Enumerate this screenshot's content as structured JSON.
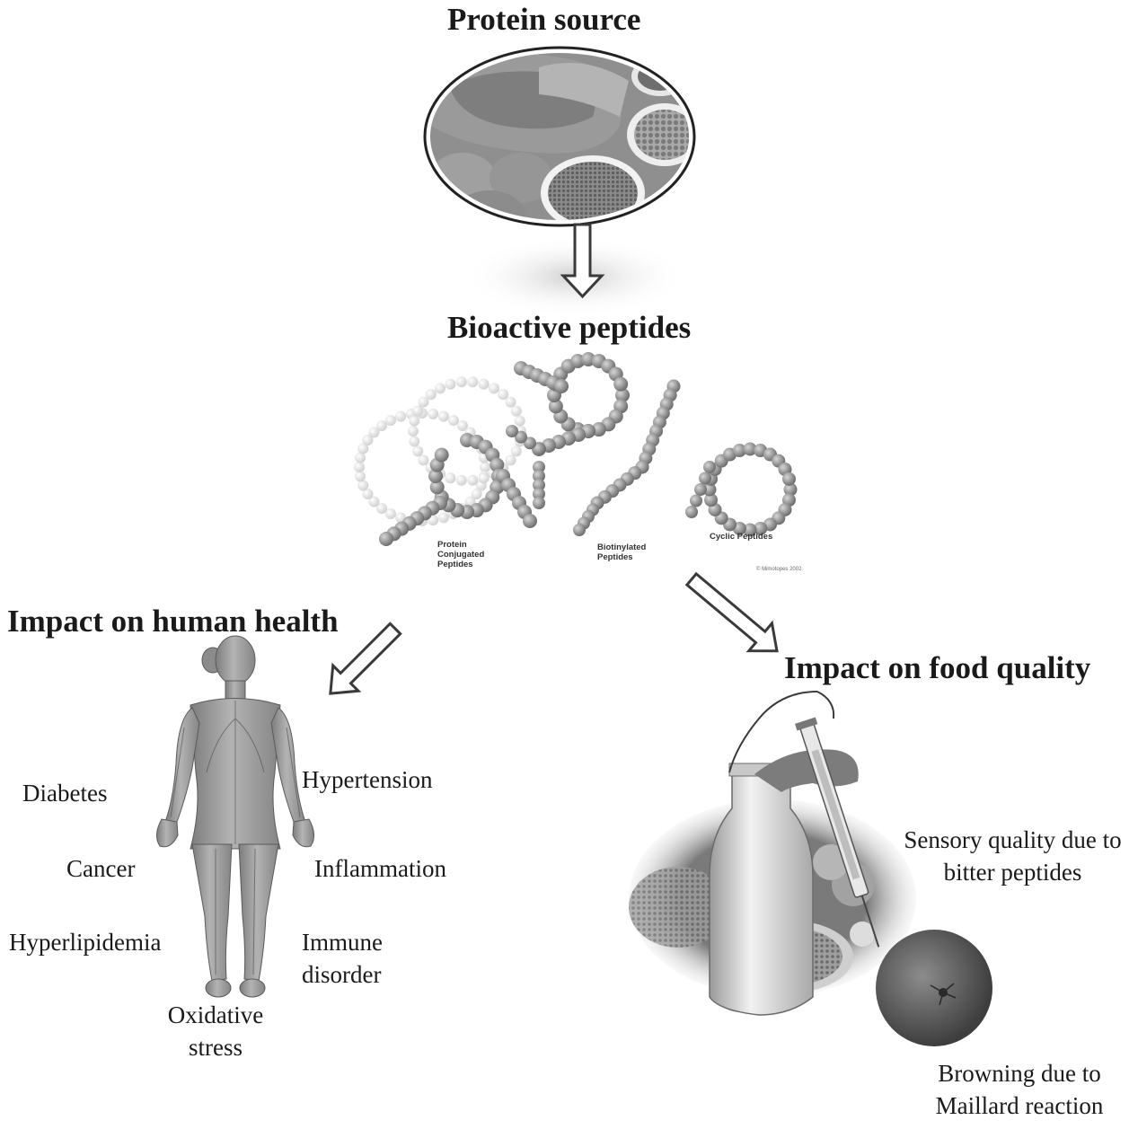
{
  "titles": {
    "protein_source": "Protein source",
    "bioactive_peptides": "Bioactive peptides",
    "impact_health": "Impact on human health",
    "impact_food": "Impact on food quality"
  },
  "peptide_types": {
    "protein_conjugated": "Protein Conjugated Peptides",
    "biotinylated": "Biotinylated Peptides",
    "cyclic": "Cyclic Peptides",
    "copyright": "© Mimotopes 2002"
  },
  "health_effects": {
    "diabetes": "Diabetes",
    "cancer": "Cancer",
    "hyperlipidemia": "Hyperlipidemia",
    "oxidative_stress": "Oxidative stress",
    "hypertension": "Hypertension",
    "inflammation": "Inflammation",
    "immune_disorder": "Immune disorder"
  },
  "food_effects": {
    "sensory": "Sensory quality due to bitter peptides",
    "browning": "Browning due to Maillard reaction"
  },
  "icons": {
    "protein_foods": "protein-food-photo",
    "peptide_chains": "peptide-chain-illustration",
    "human_body": "human-anatomy-figure",
    "food_items": "food-samples-photo"
  }
}
